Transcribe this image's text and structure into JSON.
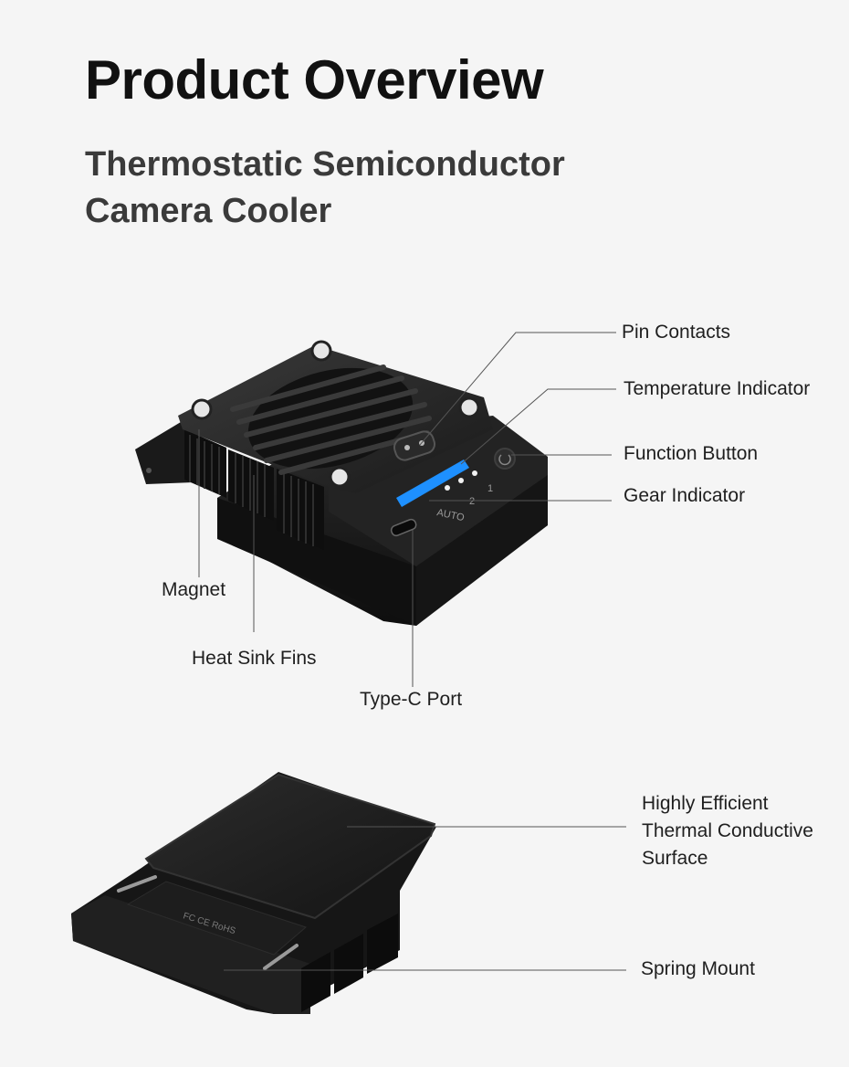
{
  "header": {
    "title": "Product Overview",
    "subtitle_line1": "Thermostatic Semiconductor",
    "subtitle_line2": "Camera Cooler"
  },
  "callouts": {
    "pin_contacts": "Pin Contacts",
    "temperature_indicator": "Temperature Indicator",
    "function_button": "Function Button",
    "gear_indicator": "Gear Indicator",
    "magnet": "Magnet",
    "heat_sink_fins": "Heat Sink Fins",
    "type_c_port": "Type-C Port",
    "thermal_surface_line1": "Highly Efficient",
    "thermal_surface_line2": "Thermal Conductive",
    "thermal_surface_line3": "Surface",
    "spring_mount": "Spring Mount"
  },
  "device_markings": {
    "gear_1": "1",
    "gear_2": "2",
    "gear_auto": "AUTO",
    "certification": "FC CE RoHS"
  },
  "colors": {
    "background": "#f5f5f5",
    "device_body": "#1c1c1c",
    "indicator_blue": "#1e90ff",
    "leader_line": "#555555"
  }
}
